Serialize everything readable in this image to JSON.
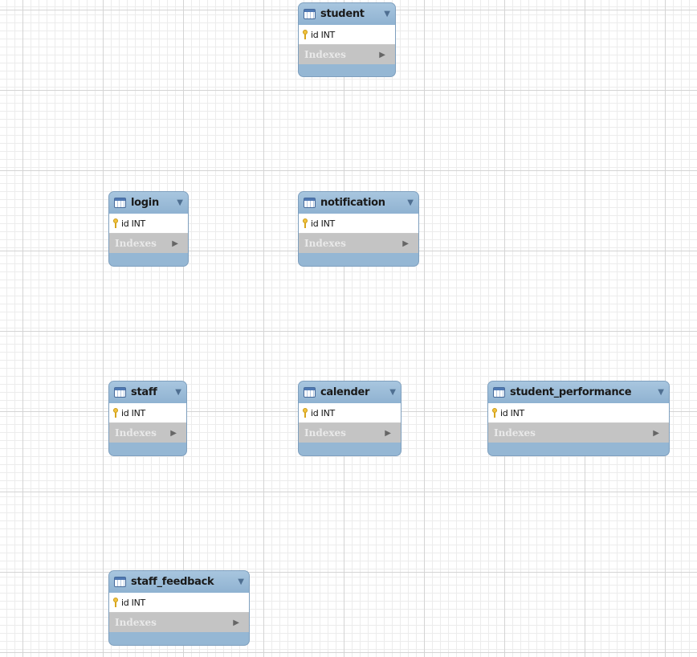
{
  "diagram": {
    "tables": [
      {
        "name": "student",
        "columns": [
          {
            "text": "id INT",
            "key": true
          }
        ],
        "indexes_label": "Indexes"
      },
      {
        "name": "login",
        "columns": [
          {
            "text": "id INT",
            "key": true
          }
        ],
        "indexes_label": "Indexes"
      },
      {
        "name": "notification",
        "columns": [
          {
            "text": "id INT",
            "key": true
          }
        ],
        "indexes_label": "Indexes"
      },
      {
        "name": "staff",
        "columns": [
          {
            "text": "id INT",
            "key": true
          }
        ],
        "indexes_label": "Indexes"
      },
      {
        "name": "calender",
        "columns": [
          {
            "text": "id INT",
            "key": true
          }
        ],
        "indexes_label": "Indexes"
      },
      {
        "name": "student_performance",
        "columns": [
          {
            "text": "id INT",
            "key": true
          }
        ],
        "indexes_label": "Indexes"
      },
      {
        "name": "staff_feedback",
        "columns": [
          {
            "text": "id INT",
            "key": true
          }
        ],
        "indexes_label": "Indexes"
      }
    ]
  },
  "colors": {
    "header": "#95b7d4",
    "indexes_bar": "#c4c4c4",
    "grid_minor": "#ececec",
    "grid_major": "#d4d4d4",
    "key_icon": "#f2c23c"
  },
  "icons": {
    "table": "table-icon",
    "collapse": "collapse-arrow-icon",
    "primary_key": "primary-key-icon",
    "expand_indexes": "expand-indexes-icon"
  }
}
